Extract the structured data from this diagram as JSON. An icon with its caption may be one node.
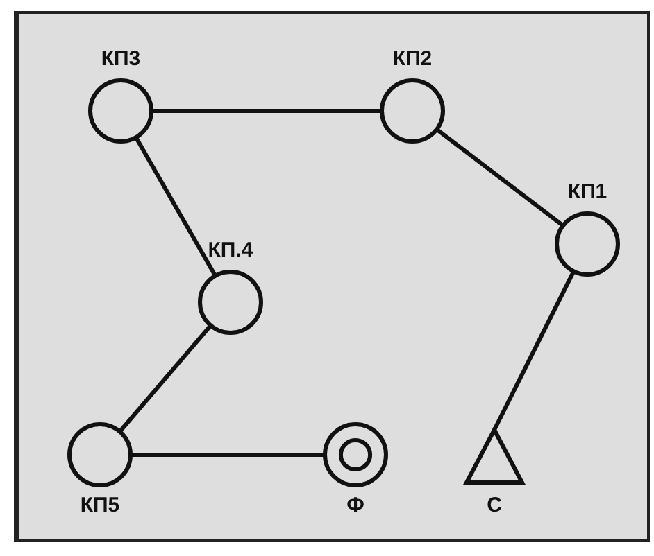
{
  "diagram": {
    "nodes": [
      {
        "text": [
          "КП3"
        ]
      },
      {
        "text": [
          "КП2"
        ]
      },
      {
        "text": [
          "КП1"
        ]
      },
      {
        "text": [
          "КП.4"
        ]
      },
      {
        "text": [
          "КП5"
        ]
      },
      {
        "text": [
          "Ф"
        ]
      },
      {
        "text": [
          "С"
        ]
      }
    ],
    "edges": [
      {
        "from": 6,
        "to": 2,
        "arrow": "none"
      },
      {
        "from": 2,
        "to": 1,
        "arrow": "none"
      },
      {
        "from": 1,
        "to": 0,
        "arrow": "none"
      },
      {
        "from": 0,
        "to": 3,
        "arrow": "none"
      },
      {
        "from": 3,
        "to": 4,
        "arrow": "none"
      },
      {
        "from": 4,
        "to": 5,
        "arrow": "none"
      }
    ]
  }
}
